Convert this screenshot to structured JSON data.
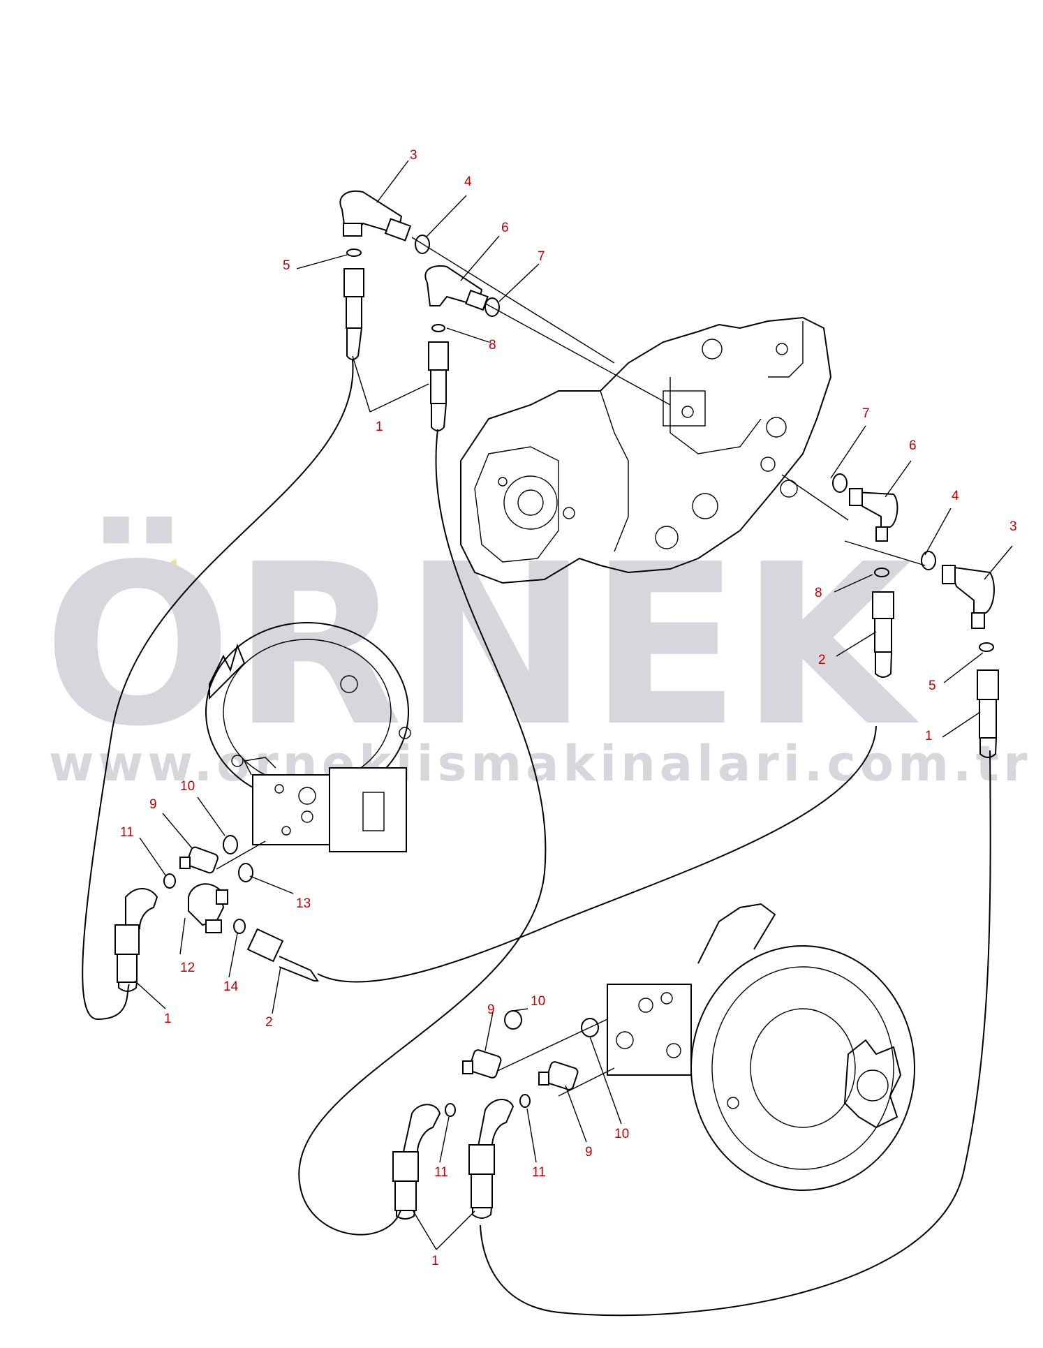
{
  "watermark": {
    "brand": "ÖRNEK",
    "url": "www.ornekiismakinalari.com.tr",
    "accent_color": "#f3e08a",
    "text_color": "#d8d6dc"
  },
  "callouts": {
    "c3a": "3",
    "c4a": "4",
    "c5a": "5",
    "c6a": "6",
    "c7a": "7",
    "c8a": "8",
    "c1a": "1",
    "c7b": "7",
    "c6b": "6",
    "c4b": "4",
    "c3b": "3",
    "c8b": "8",
    "c2a": "2",
    "c5b": "5",
    "c1b": "1",
    "c10a": "10",
    "c9a": "9",
    "c11a": "11",
    "c13": "13",
    "c12": "12",
    "c14": "14",
    "c1c": "1",
    "c2b": "2",
    "c9b": "9",
    "c10b": "10",
    "c11b": "11",
    "c11c": "11",
    "c9c": "9",
    "c10c": "10",
    "c1d": "1"
  },
  "colors": {
    "callout": "#c00000",
    "line": "#000000"
  }
}
